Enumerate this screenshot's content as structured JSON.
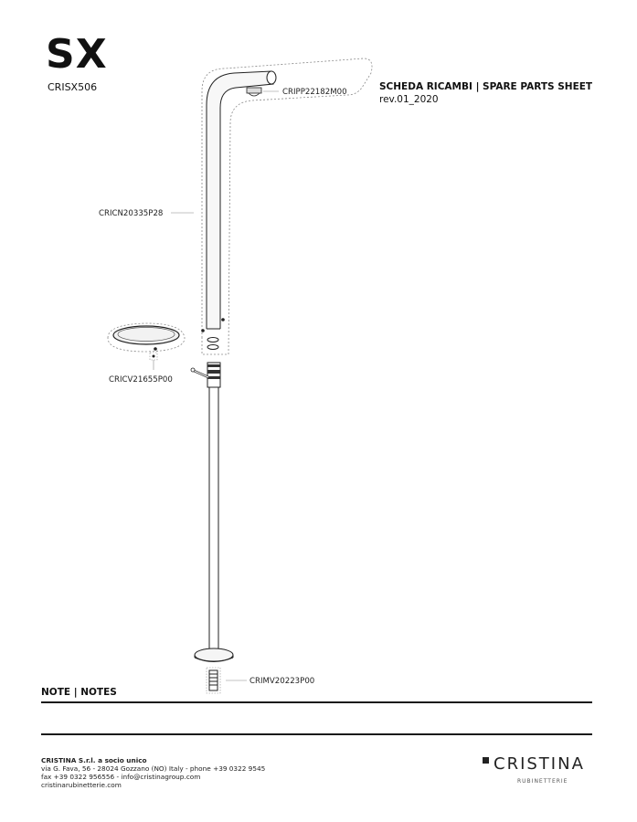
{
  "header": {
    "model": "SX",
    "code": "CRISX506",
    "sheet_title": "SCHEDA RICAMBI | SPARE PARTS SHEET",
    "revision": "rev.01_2020"
  },
  "parts": {
    "p1": "CRIPP22182M00",
    "p2": "CRICN20335P28",
    "p3": "CRICV21655P00",
    "p4": "CRIMV20223P00"
  },
  "notes": {
    "title": "NOTE | NOTES"
  },
  "footer": {
    "company": "CRISTINA S.r.l. a socio unico",
    "address": "via G. Fava, 56 - 28024 Gozzano (NO) Italy - phone +39 0322 9545",
    "fax": "fax +39 0322 956556 - info@cristinagroup.com",
    "web": "cristinarubinetterie.com"
  },
  "brand": {
    "name": "CRISTINA",
    "sub": "RUBINETTERIE",
    "mark_icon": "square-icon"
  }
}
